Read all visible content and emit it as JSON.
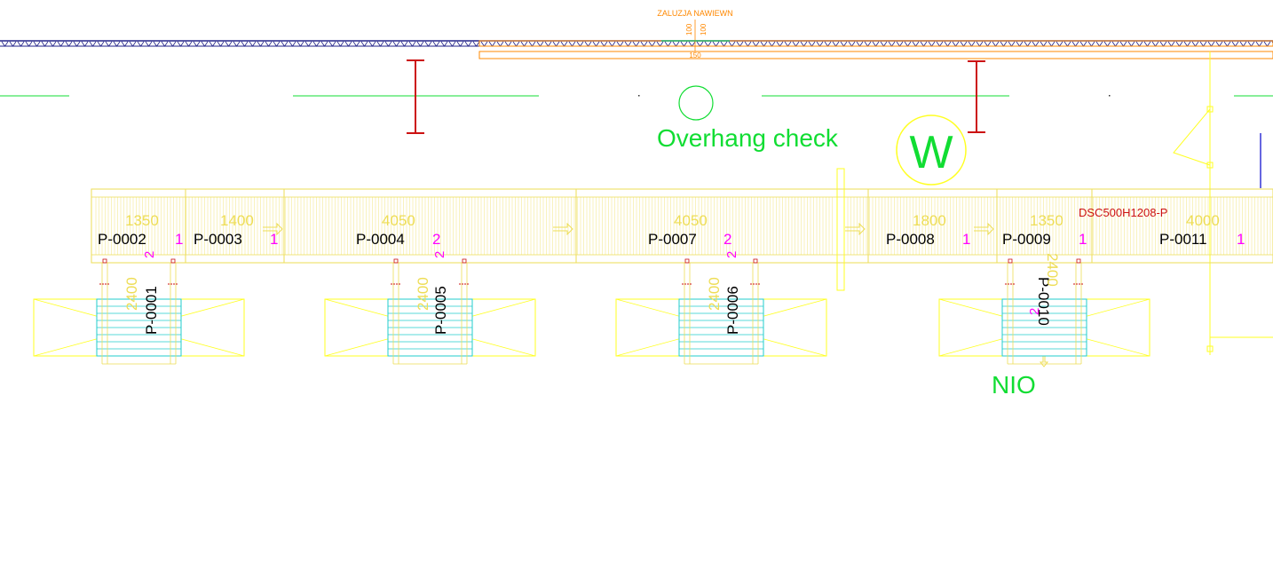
{
  "colors": {
    "background": "#ffffff",
    "conveyor": "#eedd55",
    "frame_yellow": "#ffff22",
    "cyan": "#22cccc",
    "green": "#11dd33",
    "red": "#cc1111",
    "magenta": "#ff00ff",
    "orange": "#ff8800",
    "navy": "#222288",
    "blue": "#0000cc",
    "black": "#000000"
  },
  "header": {
    "louver_label": "ZALUZJA NAWIEWN",
    "dim_a": "100",
    "dim_b": "100",
    "dim_c": "150"
  },
  "labels": {
    "overhang_check": "Overhang check",
    "w_marker": "W",
    "nio": "NIO",
    "dsc_code": "DSC500H1208-P"
  },
  "conveyors": [
    {
      "id": "P-0002",
      "dim": "1350",
      "qty": "1",
      "qty2": "2"
    },
    {
      "id": "P-0003",
      "dim": "1400",
      "qty": "1",
      "qty2": ""
    },
    {
      "id": "P-0004",
      "dim": "4050",
      "qty": "2",
      "qty2": "2"
    },
    {
      "id": "P-0007",
      "dim": "4050",
      "qty": "2",
      "qty2": "2"
    },
    {
      "id": "P-0008",
      "dim": "1800",
      "qty": "1",
      "qty2": ""
    },
    {
      "id": "P-0009",
      "dim": "1350",
      "qty": "1",
      "qty2": ""
    },
    {
      "id": "P-0011",
      "dim": "4000",
      "qty": "1",
      "qty2": ""
    }
  ],
  "stations": [
    {
      "id": "P-0001",
      "dim": "2400"
    },
    {
      "id": "P-0005",
      "dim": "2400"
    },
    {
      "id": "P-0006",
      "dim": "2400"
    },
    {
      "id": "P-0010",
      "dim": "2400",
      "qty": "2"
    }
  ]
}
